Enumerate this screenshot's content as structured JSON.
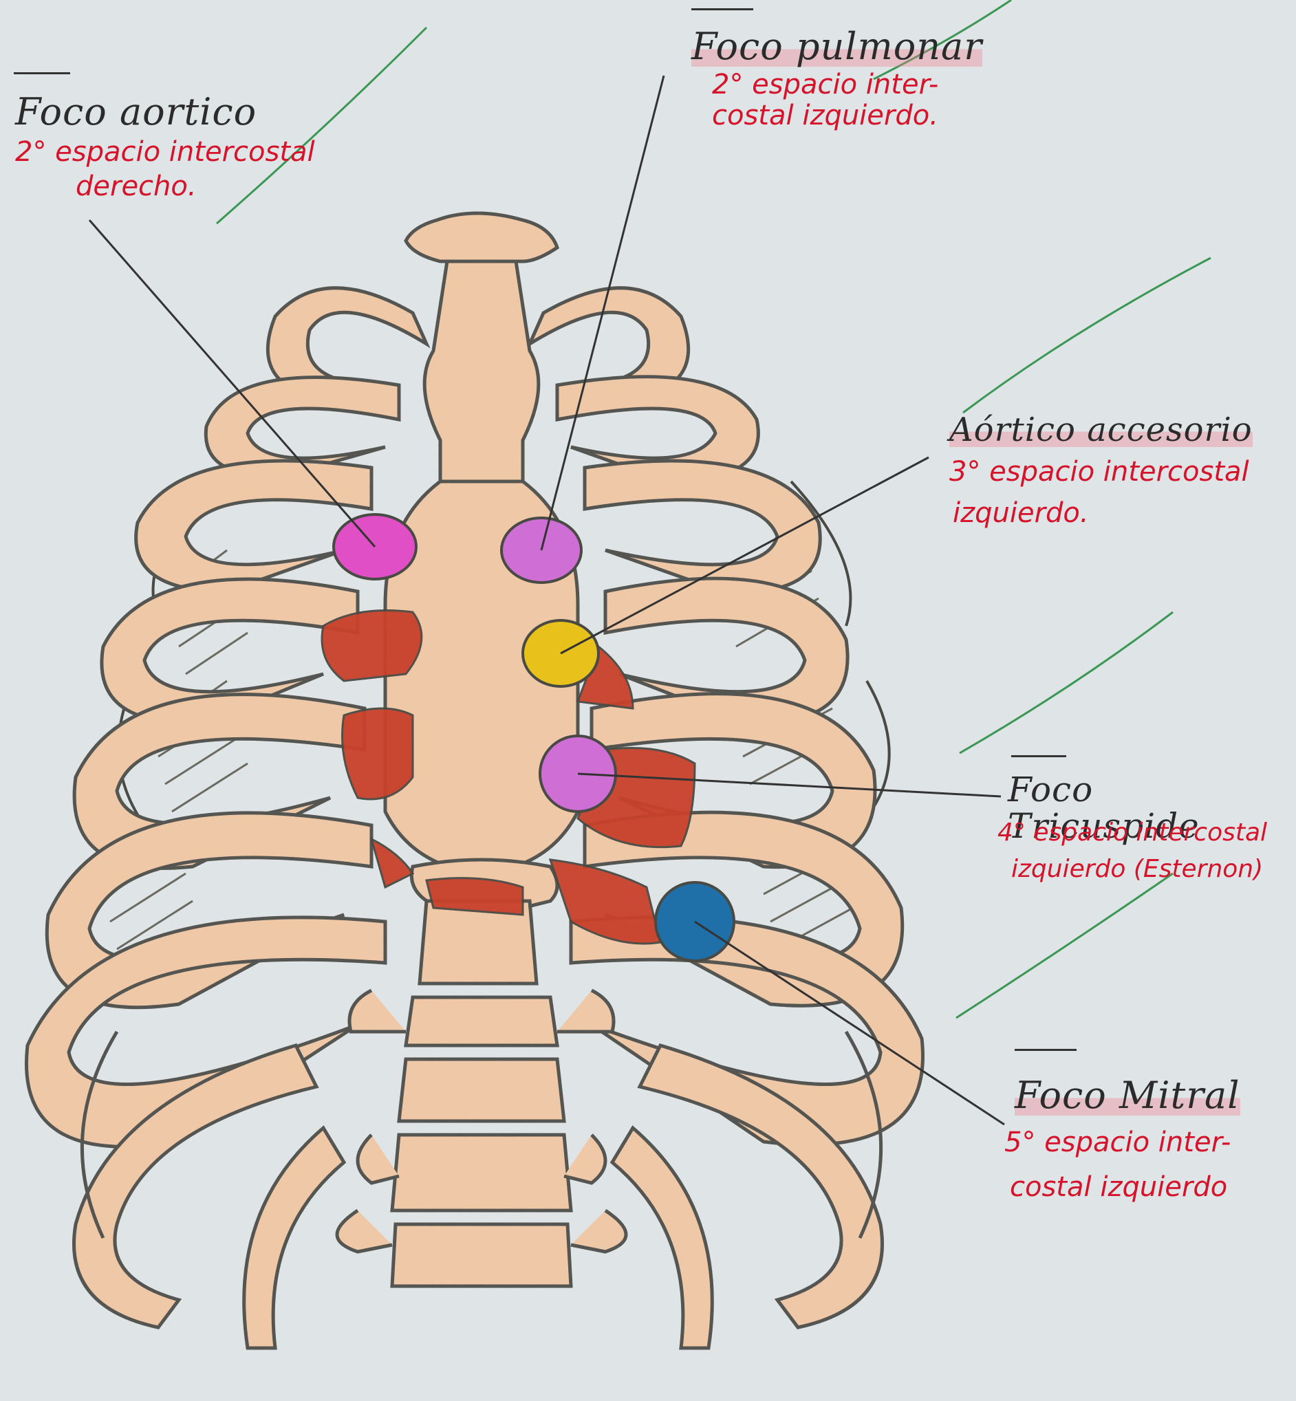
{
  "colors": {
    "background": "#dfe4e6",
    "bone_fill": "#f2c9a6",
    "bone_outline": "#4a4a44",
    "heart": "#c8412b",
    "label_title": "#2b2b2b",
    "label_text": "#d6132a",
    "guide_line": "#1f8a3a",
    "focus_aortic": "#e04fc6",
    "focus_pulmonary": "#cf6fd6",
    "focus_accessory": "#e8c21a",
    "focus_tricuspid": "#cf6fd6",
    "focus_mitral": "#1f6fa8"
  },
  "labels": {
    "aortic": {
      "title": "Foco aortico",
      "line1": "2° espacio intercostal",
      "line2": "derecho.",
      "color_name": "magenta"
    },
    "pulmonary": {
      "title": "Foco pulmonar",
      "line1": "2° espacio inter-",
      "line2": "costal izquierdo.",
      "color_name": "violet"
    },
    "accessory": {
      "title": "Aórtico accesorio",
      "line1": "3° espacio intercostal",
      "line2": "izquierdo.",
      "color_name": "yellow"
    },
    "tricuspid": {
      "title": "Foco Tricuspide",
      "line1": "4° espacio intercostal",
      "line2": "izquierdo (Esternon)",
      "color_name": "violet"
    },
    "mitral": {
      "title": "Foco Mitral",
      "line1": "5° espacio inter-",
      "line2": "costal izquierdo",
      "color_name": "blue"
    }
  }
}
